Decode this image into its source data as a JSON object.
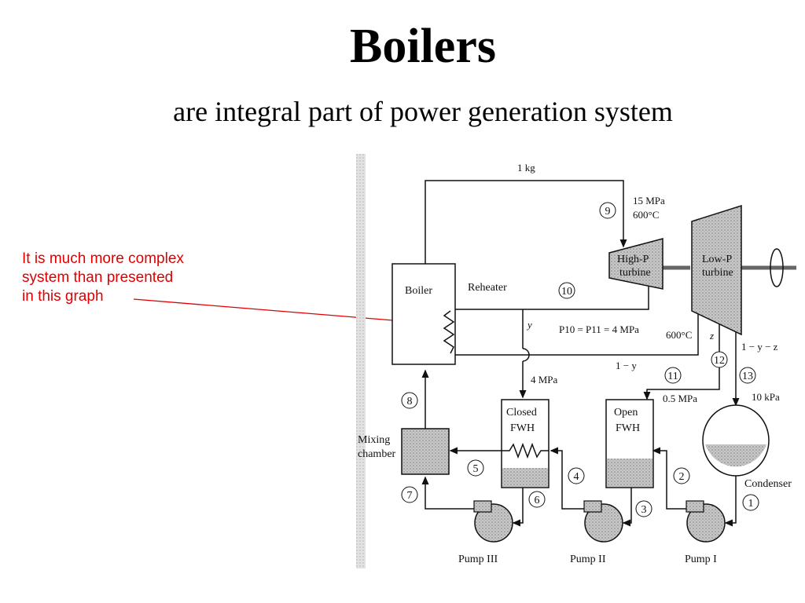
{
  "slide": {
    "title": "Boilers",
    "subtitle": "are integral part of power generation system"
  },
  "annotation": {
    "lines": [
      "It is much more complex",
      "system than  presented",
      "in this graph"
    ],
    "color": "#e00000"
  },
  "diagram": {
    "components": {
      "boiler": "Boiler",
      "reheater": "Reheater",
      "hp_turbine": [
        "High-P",
        "turbine"
      ],
      "lp_turbine": [
        "Low-P",
        "turbine"
      ],
      "closed_fwh": [
        "Closed",
        "FWH"
      ],
      "open_fwh": [
        "Open",
        "FWH"
      ],
      "mixing": [
        "Mixing",
        "chamber"
      ],
      "condenser": "Condenser",
      "pump1": "Pump I",
      "pump2": "Pump II",
      "pump3": "Pump III"
    },
    "labels": {
      "mass": "1 kg",
      "p9": "15 MPa",
      "t9": "600°C",
      "p10_eq": "P10 = P11 = 4 MPa",
      "t11": "600°C",
      "y": "y",
      "one_minus_y": "1 − y",
      "z": "z",
      "one_minus_yz": "1 − y − z",
      "p4": "4 MPa",
      "p05": "0.5 MPa",
      "p10k": "10 kPa"
    },
    "states": [
      "1",
      "2",
      "3",
      "4",
      "5",
      "6",
      "7",
      "8",
      "9",
      "10",
      "11",
      "12",
      "13"
    ]
  }
}
